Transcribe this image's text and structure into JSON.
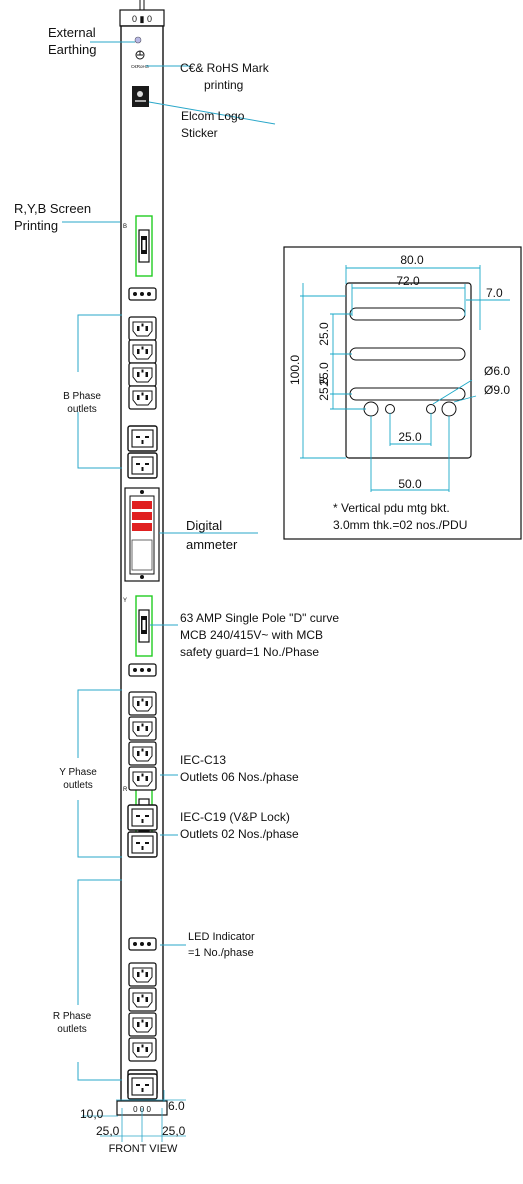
{
  "labels": {
    "external_earthing": [
      "External",
      "Earthing"
    ],
    "ce_rohs": [
      "C€& RoHS Mark",
      "printing"
    ],
    "elcom_logo": [
      "Elcom Logo",
      "Sticker"
    ],
    "ryb_screen": [
      "R,Y,B Screen",
      "Printing"
    ],
    "b_phase": [
      "B Phase",
      "outlets"
    ],
    "digital_ammeter": [
      "Digital",
      "ammeter"
    ],
    "mcb": [
      "63 AMP Single Pole \"D\" curve",
      "MCB 240/415V~ with MCB",
      "safety guard=1 No./Phase"
    ],
    "y_phase": [
      "Y Phase",
      "outlets"
    ],
    "iec_c13": [
      "IEC-C13",
      "Outlets 06 Nos./phase"
    ],
    "iec_c19": [
      "IEC-C19 (V&P Lock)",
      "Outlets 02 Nos./phase"
    ],
    "led_indicator": [
      "LED Indicator",
      "=1 No./phase"
    ],
    "r_phase": [
      "R Phase",
      "outlets"
    ]
  },
  "strip": {
    "top_mark": "0 ▮ 0",
    "ce_small": "C€RoHS",
    "phase_letters": [
      "B",
      "Y",
      "R"
    ],
    "bottom_mark": "0  0  0"
  },
  "bottom_dims": {
    "d_6": "6.0",
    "d_10": "10,0",
    "d_25_left": "25,0",
    "d_25_right": "25,0",
    "caption": "FRONT VIEW"
  },
  "bracket": {
    "dim_80": "80.0",
    "dim_72": "72.0",
    "dim_7": "7.0",
    "dim_100": "100.0",
    "dim_25a": "25.0",
    "dim_25b": "25.0",
    "dim_255": "25.5",
    "dim_d6": "Ø6.0",
    "dim_d9": "Ø9.0",
    "dim_25c": "25.0",
    "dim_50": "50.0",
    "note": [
      "* Vertical pdu mtg bkt.",
      "3.0mm thk.=02 nos./PDU"
    ]
  },
  "colors": {
    "leader": "#2aa7c9",
    "breaker": "#22cc22",
    "ammeter_led": "#e02020",
    "bracket_dim": "#1aa8c8"
  }
}
